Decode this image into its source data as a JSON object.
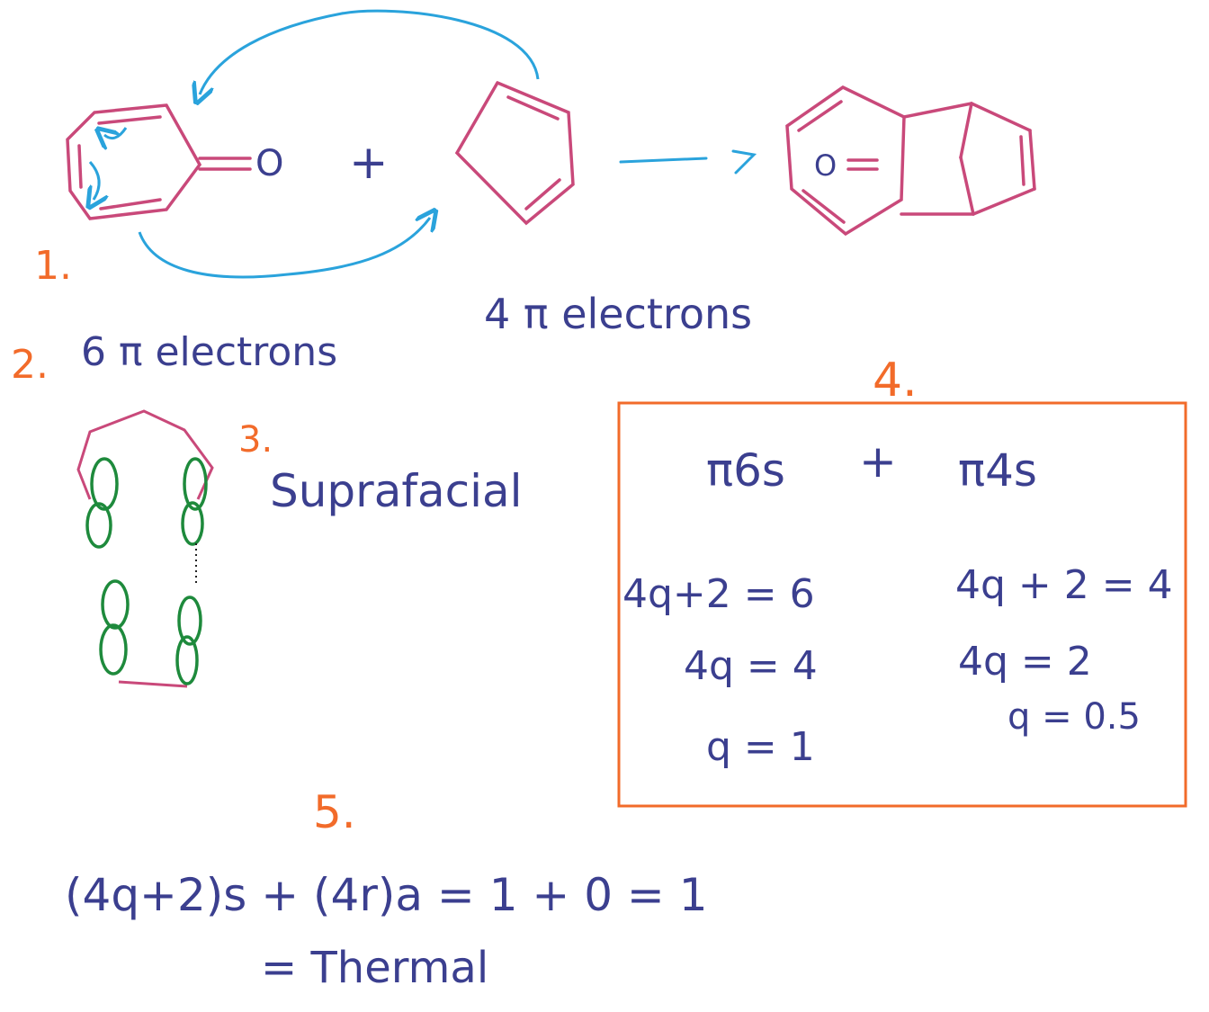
{
  "colors": {
    "bond": "#c9497a",
    "arrow": "#2aa3dc",
    "ink": "#3b3f8f",
    "step": "#f26b2a",
    "orbital": "#1e8a3c",
    "box": "#f26b2a"
  },
  "steps": {
    "s1": "1.",
    "s2": "2.",
    "s3": "3.",
    "s4": "4.",
    "s5": "5."
  },
  "reaction": {
    "oxygen": "O",
    "product_oxygen": "O",
    "plus": "+",
    "diene_electrons": "4 π electrons",
    "triene_electrons": "6 π electrons"
  },
  "suprafacial": "Suprafacial",
  "box": {
    "left_term": "π6s",
    "plus": "+",
    "right_term": "π4s",
    "left_eq1": "4q+2 = 6",
    "left_eq2": "4q = 4",
    "left_eq3": "q = 1",
    "right_eq1": "4q + 2 = 4",
    "right_eq2": "4q = 2",
    "right_eq3": "q = 0.5"
  },
  "rule": {
    "line1": "(4q+2)s + (4r)a = 1 + 0 = 1",
    "line2": "= Thermal"
  }
}
